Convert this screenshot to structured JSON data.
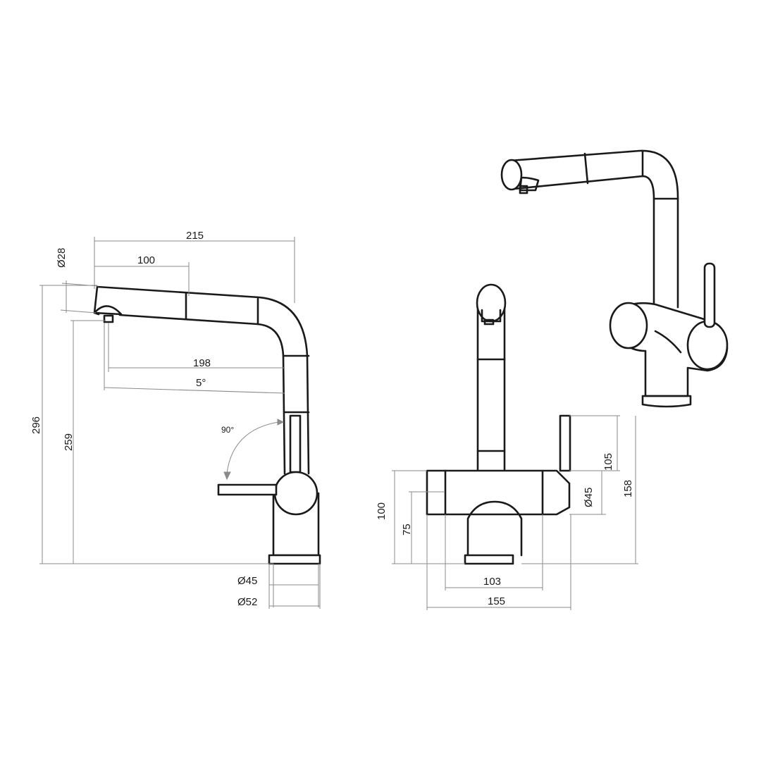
{
  "dimensions": {
    "spout_reach": "215",
    "pullout_length": "100",
    "spout_diameter": "Ø28",
    "total_height": "296",
    "spout_clearance": "259",
    "spout_projection": "198",
    "spout_angle": "5°",
    "lever_rotation": "90°",
    "base_inner_diameter": "Ø45",
    "base_outer_diameter": "Ø52",
    "body_height": "100",
    "body_axis_height": "75",
    "lever_height": "105",
    "lever_handle_diameter": "Ø45",
    "lever_total_height": "158",
    "body_inner_width": "103",
    "body_total_width": "155"
  }
}
